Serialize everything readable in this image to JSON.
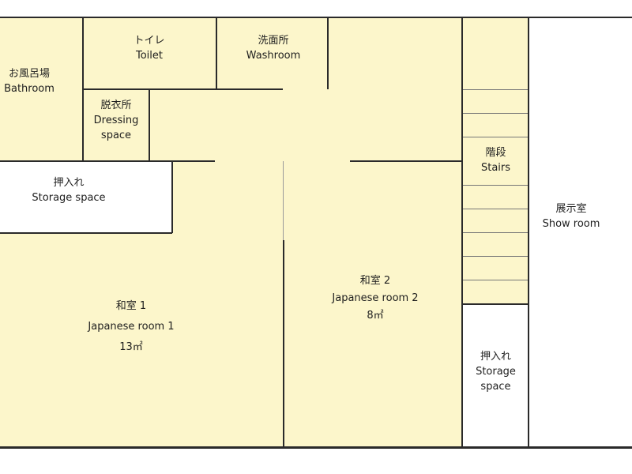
{
  "rooms": {
    "bathroom": {
      "jp": "お風呂場",
      "en": "Bathroom"
    },
    "toilet": {
      "jp": "トイレ",
      "en": "Toilet"
    },
    "washroom": {
      "jp": "洗面所",
      "en": "Washroom"
    },
    "dressing": {
      "jp": "脱衣所",
      "en_line1": "Dressing",
      "en_line2": "space"
    },
    "storage_left": {
      "jp": "押入れ",
      "en": "Storage space"
    },
    "stairs": {
      "jp": "階段",
      "en": "Stairs"
    },
    "show_room": {
      "jp": "展示室",
      "en": "Show room"
    },
    "japanese_room_1": {
      "jp": "和室 1",
      "en": "Japanese room 1",
      "area": "13㎡"
    },
    "japanese_room_2": {
      "jp": "和室 2",
      "en": "Japanese room 2",
      "area": "8㎡"
    },
    "storage_right": {
      "jp": "押入れ",
      "en_line1": "Storage",
      "en_line2": "space"
    }
  },
  "colors": {
    "floor": "#fcf6cb",
    "wall": "#2a2a2a",
    "unheated": "#ffffff"
  }
}
